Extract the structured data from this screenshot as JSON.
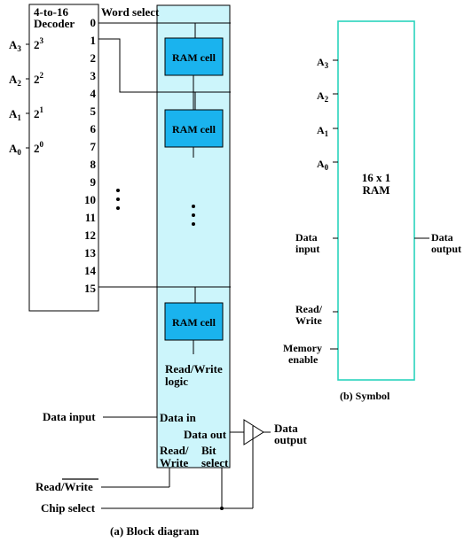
{
  "block_diagram": {
    "decoder_title_line1": "4-to-16",
    "decoder_title_line2": "Decoder",
    "word_select": "Word select",
    "inputs": [
      {
        "name": "A",
        "sub": "3",
        "weight": "2",
        "power": "3"
      },
      {
        "name": "A",
        "sub": "2",
        "weight": "2",
        "power": "2"
      },
      {
        "name": "A",
        "sub": "1",
        "weight": "2",
        "power": "1"
      },
      {
        "name": "A",
        "sub": "0",
        "weight": "2",
        "power": "0"
      }
    ],
    "output_numbers": [
      "0",
      "1",
      "2",
      "3",
      "4",
      "5",
      "6",
      "7",
      "8",
      "9",
      "10",
      "11",
      "12",
      "13",
      "14",
      "15"
    ],
    "ram_cell_label": "RAM cell",
    "rw_logic_line1": "Read/Write",
    "rw_logic_line2": "logic",
    "data_in_label": "Data in",
    "data_out_label": "Data out",
    "read_write_inner_line1": "Read/",
    "read_write_inner_line2": "Write",
    "bit_select_line1": "Bit",
    "bit_select_line2": "select",
    "data_input_label": "Data input",
    "data_output_line1": "Data",
    "data_output_line2": "output",
    "read_write_signal": "Read/Write",
    "chip_select": "Chip select",
    "caption": "(a) Block diagram"
  },
  "symbol": {
    "inputs": [
      {
        "name": "A",
        "sub": "3"
      },
      {
        "name": "A",
        "sub": "2"
      },
      {
        "name": "A",
        "sub": "1"
      },
      {
        "name": "A",
        "sub": "0"
      }
    ],
    "title_line1": "16 x 1",
    "title_line2": "RAM",
    "data_input_line1": "Data",
    "data_input_line2": "input",
    "read_write_line1": "Read/",
    "read_write_line2": "Write",
    "memory_enable_line1": "Memory",
    "memory_enable_line2": "enable",
    "data_output_line1": "Data",
    "data_output_line2": "output",
    "caption": "(b) Symbol"
  },
  "colors": {
    "ram_array_fill": "#ccf5fb",
    "ram_cell_fill": "#1ab3ee",
    "symbol_border": "#2ad3bd"
  }
}
